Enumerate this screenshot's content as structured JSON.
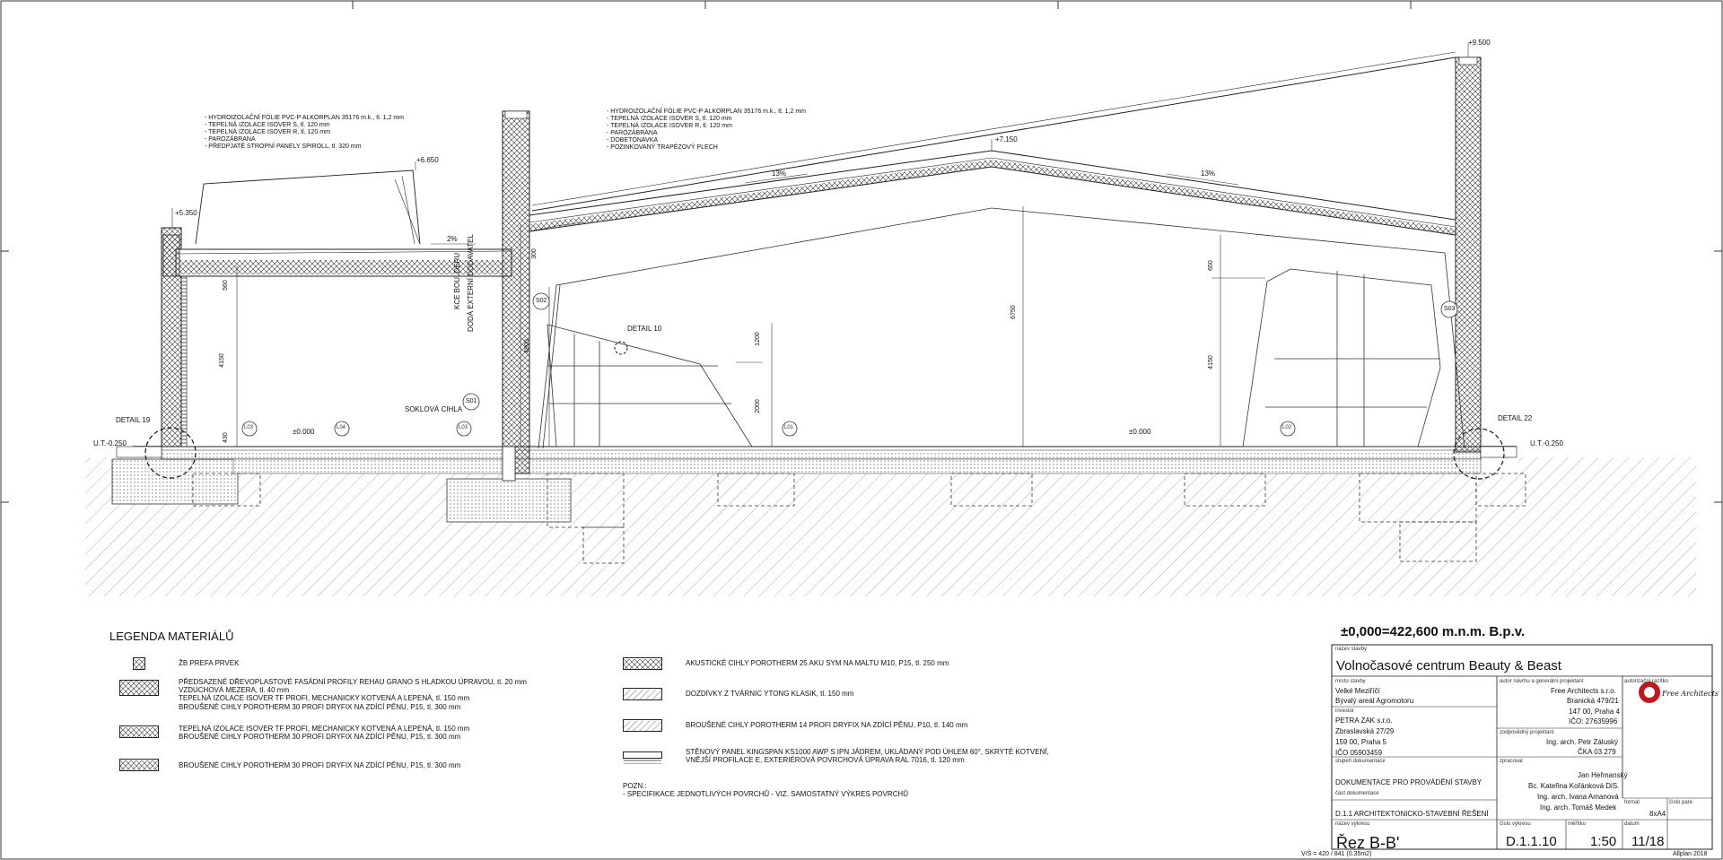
{
  "drawing": {
    "elevations": {
      "e1": "+9.500",
      "e2": "+7.150",
      "e3": "+6.650",
      "e4": "+5.350",
      "e5": "±0.000",
      "e6": "±0.000",
      "ut_left": "U.T.-0.250",
      "ut_right": "U.T.-0.250"
    },
    "slopes": {
      "s1": "13%",
      "s2": "13%",
      "s3": "2%"
    },
    "annotation_left": [
      "- HYDROIZOLAČNÍ FÓLIE PVC-P ALKORPLAN 35176 m.k., tl. 1,2 mm",
      "- TEPELNÁ IZOLACE ISOVER S, tl. 120 mm",
      "- TEPELNÁ IZOLACE ISOVER R, tl. 120 mm",
      "- PAROZÁBRANA",
      "- PŘEDPJATÉ STROPNÍ PANELY SPIROLL, tl. 320 mm"
    ],
    "annotation_right": [
      "- HYDROIZOLAČNÍ FÓLIE PVC-P ALKORPLAN 35176 m.k., tl. 1,2 mm",
      "- TEPELNÁ IZOLACE ISOVER S, tl. 120 mm",
      "- TEPELNÁ IZOLACE ISOVER R, tl. 120 mm",
      "- PAROZÁBRANA",
      "- DOBETÓNAVKA",
      "- POZINKOVANÝ TRAPÉZOVÝ PLECH"
    ],
    "dimensions": {
      "d560": "560",
      "d4150a": "4150",
      "d430": "430",
      "d300": "300",
      "d4900": "4900",
      "d1200": "1200",
      "d2000": "2000",
      "d6750": "6750",
      "d650": "650",
      "d4150b": "4150"
    },
    "labels": {
      "kce1": "KCE BOULDERU",
      "kce2": "DODÁ EXTERNÍ DODAVATEL",
      "soklova": "SOKLOVÁ CIHLA",
      "detail10": "DETAIL 10",
      "detail19": "DETAIL 19",
      "detail22": "DETAIL 22"
    },
    "tags": {
      "s01": "S01",
      "s02": "S02",
      "s03": "S03",
      "l01": "L01",
      "l02": "L02",
      "l03a": "L03",
      "l03b": "L03",
      "l04": "L04"
    }
  },
  "legend": {
    "title": "LEGENDA MATERIÁLŮ",
    "items_left": [
      [
        "ŽB PREFA PRVEK"
      ],
      [
        "PŘEDSAZENÉ DŘEVOPLASTOVÉ FASÁDNÍ PROFILY REHAU GRANO S HLADKOU ÚPRAVOU, tl. 20 mm",
        "VZDUCHOVÁ MEZERA, tl. 40 mm",
        "TEPELNÁ IZOLACE ISOVER TF PROFI, MECHANICKY KOTVENÁ A LEPENÁ, tl. 150 mm",
        "BROUŠENÉ CIHLY POROTHERM 30 PROFI DRYFIX NA ZDÍCÍ PĚNU, P15, tl. 300 mm"
      ],
      [
        "TEPELNÁ IZOLACE ISOVER TF PROFI, MECHANICKY KOTVENÁ A LEPENÁ, tl. 150 mm",
        "BROUŠENÉ CIHLY POROTHERM 30 PROFI DRYFIX NA ZDÍCÍ PĚNU, P15, tl. 300 mm"
      ],
      [
        "BROUŠENÉ CIHLY POROTHERM 30 PROFI DRYFIX NA ZDÍCÍ PĚNU, P15, tl. 300 mm"
      ]
    ],
    "items_right": [
      [
        "AKUSTICKÉ CIHLY POROTHERM 25 AKU SYM NA MALTU M10, P15, tl. 250 mm"
      ],
      [
        "DOZDÍVKY Z TVÁRNIC YTONG KLASIK, tl. 150 mm"
      ],
      [
        "BROUŠENÉ CIHLY POROTHERM 14 PROFI DRYFIX NA ZDÍCÍ PĚNU, P10, tl. 140 mm"
      ],
      [
        "STĚNOVÝ PANEL KINGSPAN KS1000 AWP S IPN JÁDREM, UKLÁDANÝ POD ÚHLEM 60°, SKRYTÉ KOTVENÍ,",
        "VNĚJŠÍ PROFILACE E, EXTERIÉROVÁ POVRCHOVÁ ÚPRAVA RAL 7016, tl. 120 mm"
      ]
    ],
    "note1": "POZN.:",
    "note2": "- SPECIFIKACE JEDNOTLIVÝCH POVRCHŮ - VIZ. SAMOSTATNÝ VÝKRES POVRCHŮ"
  },
  "titleblock": {
    "datum": "±0,000=422,600 m.n.m. B.p.v.",
    "nazev_stavby_label": "název stavby",
    "nazev_stavby": "Volnočasové centrum Beauty & Beast",
    "misto_label": "místo stavby",
    "misto1": "Velké Meziříčí",
    "misto2": "Bývalý areál Agromotoru",
    "investor_label": "investor",
    "investor1": "PETRA ZAK s.r.o.",
    "investor2": "Zbraslavská 27/29",
    "investor3": "159 00, Praha 5",
    "investor4": "IČO 05903459",
    "autor_label": "autor návrhu a generální projektant",
    "autor1": "Free Architects s.r.o.",
    "autor2": "Branická 479/21",
    "autor3": "147 00, Praha 4",
    "autor4": "IČO: 27635996",
    "razitko_label": "autorizační razítko",
    "zodp_label": "zodpovědný projektant",
    "zodp1": "Ing. arch. Petr Záluský",
    "zodp2": "ČKA 03 279",
    "stupen_label": "stupeň dokumentace",
    "stupen": "DOKUMENTACE PRO PROVÁDĚNÍ STAVBY",
    "cast_label": "část dokumentace",
    "cast": "D.1.1 ARCHITEKTONICKO-STAVEBNÍ ŘEŠENÍ",
    "zprac_label": "zpracoval",
    "zprac1": "Jan Heřmanský",
    "zprac2": "Bc. Kateřina Kořánková DiS.",
    "zprac3": "Ing. arch. Ivana Amanová",
    "zprac4": "Ing. arch. Tomáš Medek",
    "format_label": "formát",
    "format": "8xA4",
    "paren_label": "číslo pare",
    "vykres_label": "název výkresu",
    "vykres": "Řez B-B'",
    "cislo_label": "číslo výkresu",
    "cislo": "D.1.1.10",
    "meritko_label": "měřítko",
    "meritko": "1:50",
    "datum_label": "datum",
    "list": "11/18",
    "vs": "V/Š = 420 / 841 (0.35m2)",
    "allplan": "Allplan 2018",
    "logo_text": "Free Architects"
  }
}
